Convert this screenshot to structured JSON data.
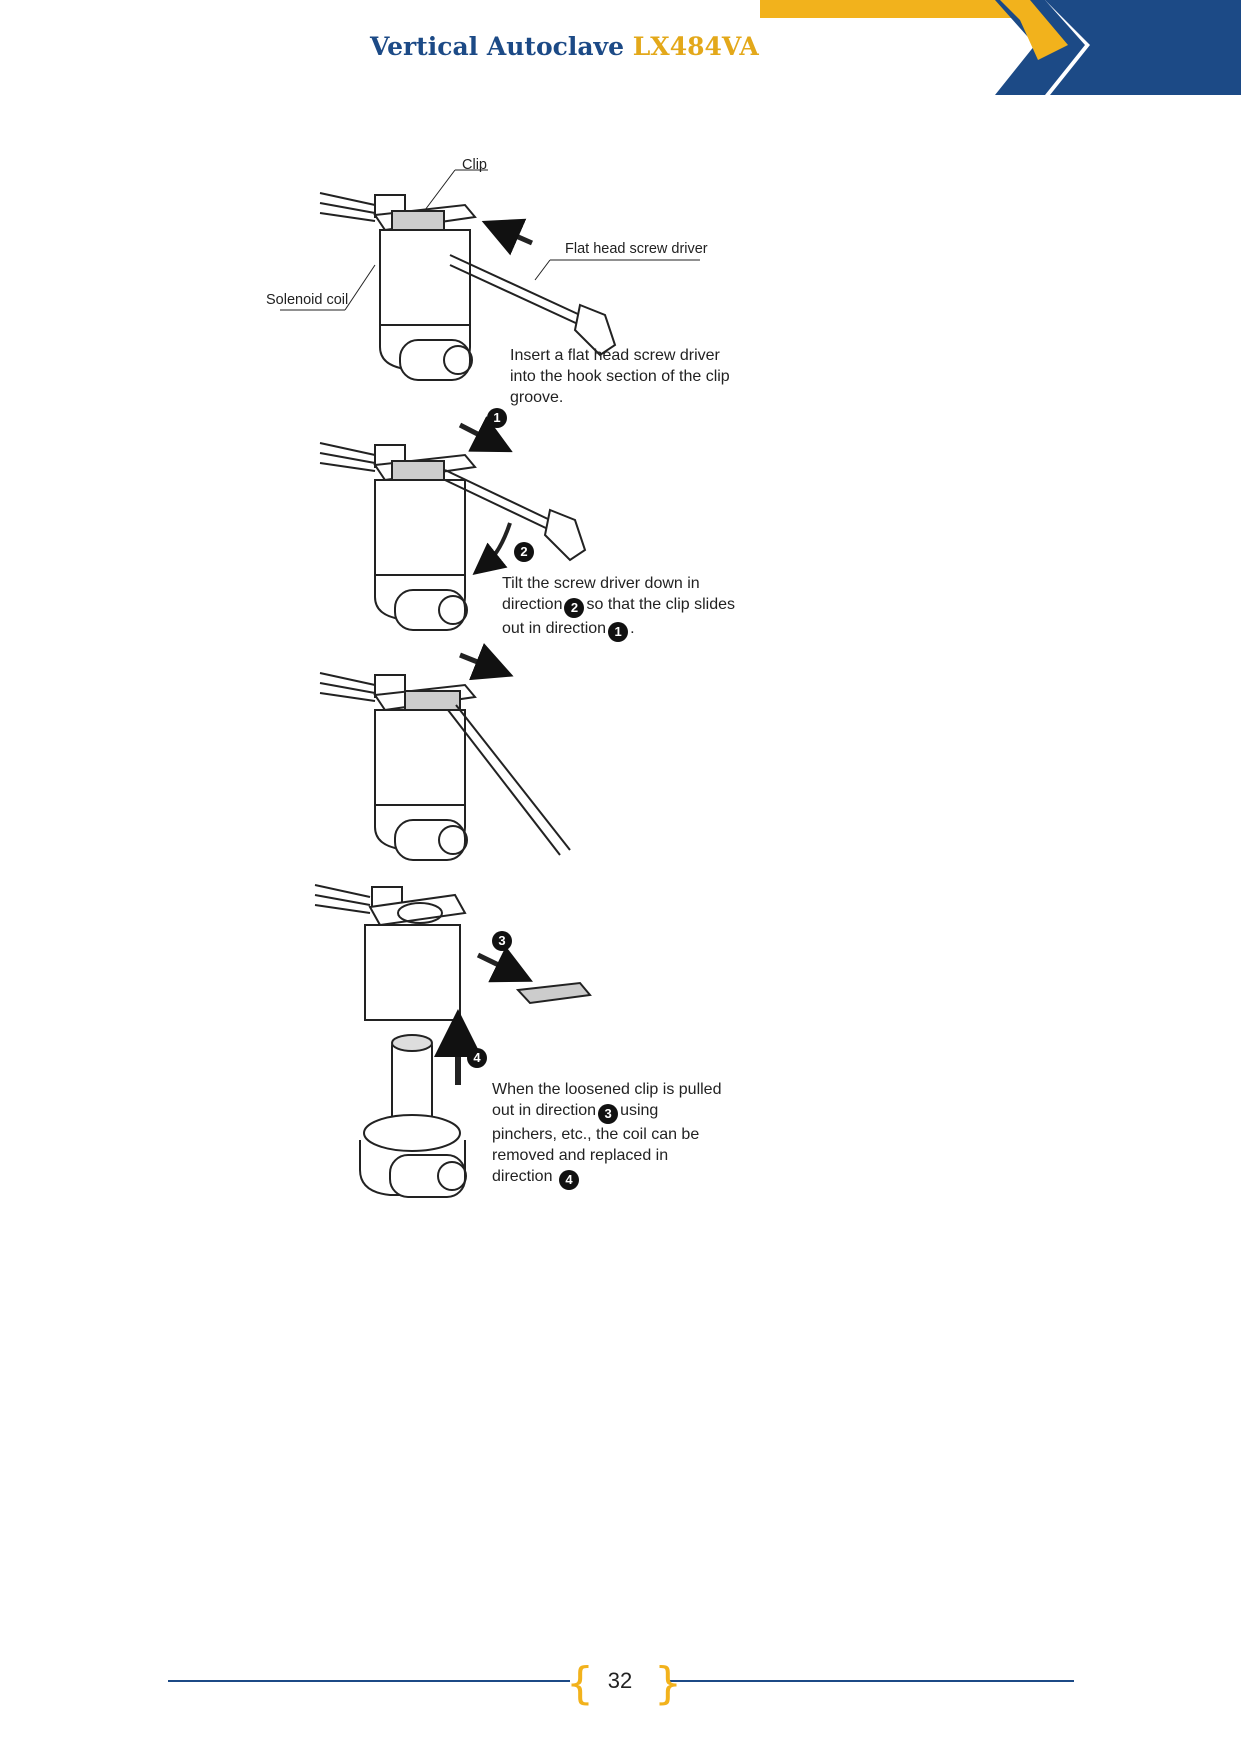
{
  "header": {
    "title": "Vertical Autoclave",
    "model": "LX484VA",
    "accent_colors": {
      "navy": "#1c4a86",
      "gold": "#f2b21c"
    }
  },
  "figure": {
    "labels": {
      "clip": "Clip",
      "screwdriver": "Flat head screw driver",
      "coil": "Solenoid coil"
    },
    "steps": [
      {
        "lines": [
          "Insert a flat head screw driver",
          "into the hook section of the clip",
          "groove."
        ]
      },
      {
        "line1": "Tilt the screw driver down in",
        "line2_a": "direction",
        "line2_num": "2",
        "line2_b": "so that the clip slides",
        "line3_a": "out in direction",
        "line3_num": "1",
        "line3_b": "."
      },
      {
        "line1": "When the loosened clip is pulled",
        "line2_a": "out in direction",
        "line2_num": "3",
        "line2_b": "using",
        "line3": "pinchers, etc., the coil can be",
        "line4": "removed and replaced in",
        "line5_a": "direction",
        "line5_num": "4"
      }
    ],
    "markers": [
      "1",
      "2",
      "3",
      "4"
    ]
  },
  "footer": {
    "page_number": "32"
  }
}
